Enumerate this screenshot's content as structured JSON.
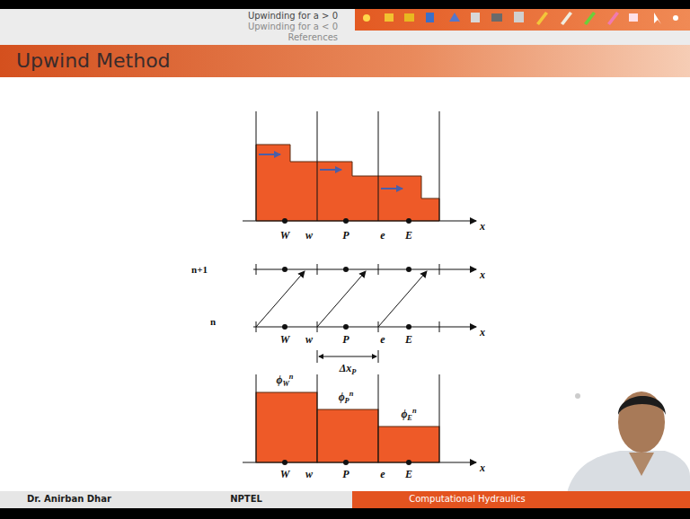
{
  "diagram": {
    "title": "Upwind Method",
    "labels": [
      "Upwinding for a > 0",
      "Upwinding for a < 0",
      "References",
      "W",
      "w",
      "P",
      "e",
      "E",
      "x",
      "n+1",
      "x",
      "n",
      "x",
      "W",
      "w",
      "P",
      "e",
      "E",
      "ΔxP",
      "ϕWn",
      "ϕPn",
      "ϕEn",
      "W",
      "w",
      "P",
      "e",
      "E",
      "x",
      "Dr. Anirban Dhar",
      "NPTEL",
      "Computational Hydraulics"
    ]
  }
}
